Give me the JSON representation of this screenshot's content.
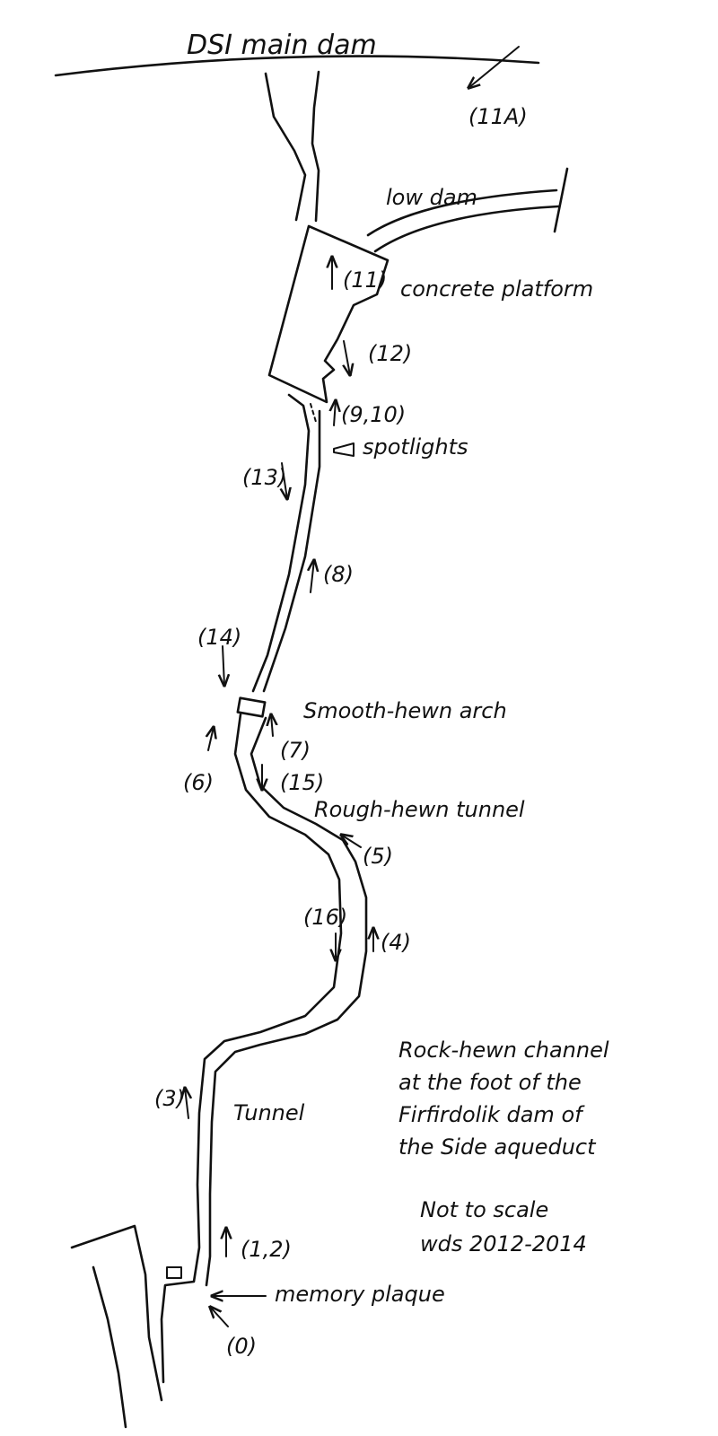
{
  "title": "DSI main dam",
  "labels": {
    "low_dam": "low dam",
    "concrete_platform": "concrete platform",
    "spotlights": "spotlights",
    "smooth_arch": "Smooth-hewn arch",
    "rough_tunnel": "Rough-hewn tunnel",
    "tunnel": "Tunnel",
    "memory_plaque": "memory plaque"
  },
  "markers": {
    "m11a": "(11A)",
    "m11": "(11)",
    "m12": "(12)",
    "m9_10": "(9,10)",
    "m13": "(13)",
    "m8": "(8)",
    "m14": "(14)",
    "m7": "(7)",
    "m6": "(6)",
    "m15": "(15)",
    "m5": "(5)",
    "m16": "(16)",
    "m4": "(4)",
    "m3": "(3)",
    "m1_2": "(1,2)",
    "m0": "(0)"
  },
  "caption": {
    "line1": "Rock-hewn channel",
    "line2": "at the foot of the",
    "line3": "Firfirdolik dam of",
    "line4": "the Side aqueduct"
  },
  "note": {
    "scale": "Not to scale",
    "author": "wds 2012-2014"
  }
}
